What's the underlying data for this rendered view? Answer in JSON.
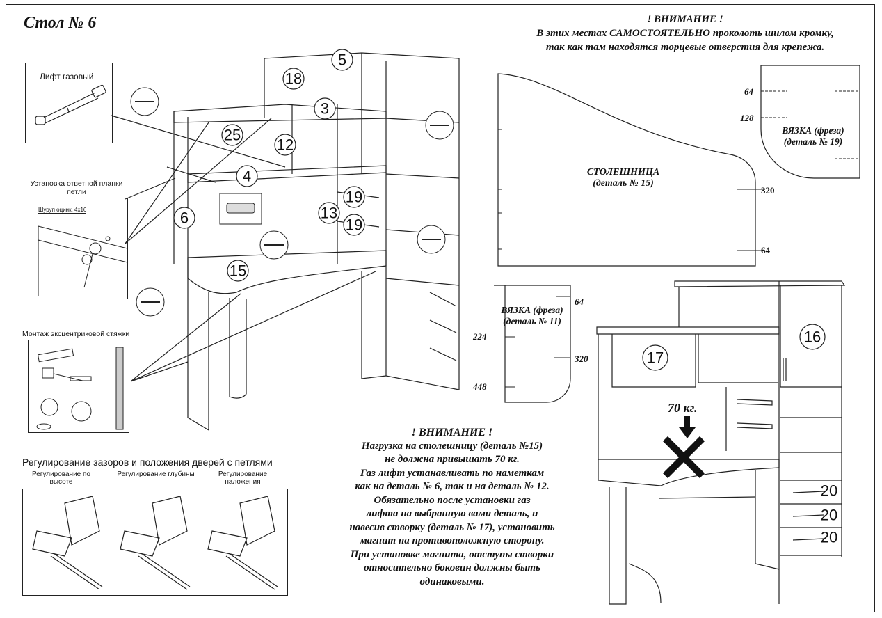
{
  "title": "Стол № 6",
  "warning_top": {
    "heading": "! ВНИМАНИЕ !",
    "line1": "В этих местах САМОСТОЯТЕЛЬНО проколоть шилом кромку,",
    "line2": "так как там находятся торцевые отверстия для крепежа."
  },
  "gas_lift_label": "Лифт газовый",
  "hinge_strip_label_line1": "Установка ответной планки",
  "hinge_strip_label_line2": "петли",
  "screw_label": "Шуруп оцинк. 4х16",
  "eccentric_label": "Монтаж эксцентриковой стяжки",
  "door_adjust_title": "Регулирование зазоров и положения дверей с петлями",
  "door_adjust_items": [
    "Регулирование по высоте",
    "Регулирование глубины",
    "Регулирование наложения"
  ],
  "door_adjust_lines": [
    [
      "Регулирование по",
      "высоте"
    ],
    [
      "Регулирование глубины",
      ""
    ],
    [
      "Регулирование",
      "наложения"
    ]
  ],
  "tabletop": {
    "label": "СТОЛЕШНИЦА",
    "detail": "(деталь № 15)",
    "dims": [
      "320",
      "64"
    ]
  },
  "binding19": {
    "label": "ВЯЗКА (фреза)",
    "detail": "(деталь № 19)",
    "dims": [
      "64",
      "128"
    ]
  },
  "binding11": {
    "label": "ВЯЗКА (фреза)",
    "detail": "(деталь № 11)",
    "dims": [
      "64",
      "224",
      "320",
      "448"
    ]
  },
  "part_numbers": [
    "5",
    "18",
    "3",
    "25",
    "12",
    "4",
    "19",
    "13",
    "19",
    "6",
    "15",
    "17",
    "16",
    "20",
    "20",
    "20"
  ],
  "load_label": "70 кг.",
  "warning_bottom": {
    "heading": "! ВНИМАНИЕ !",
    "lines": [
      "Нагрузка на столешницу (деталь №15)",
      "не должна привышать 70 кг.",
      "Газ лифт устанавливать по наметкам",
      "как на деталь № 6, так и на деталь № 12.",
      "Обязательно после установки газ",
      "лифта на выбранную вами деталь, и",
      "навесив створку (деталь № 17), установить",
      "магнит на противоположную сторону.",
      "При установке магнита, отступы створки",
      "относительно боковин должны быть",
      "одинаковыми."
    ]
  }
}
